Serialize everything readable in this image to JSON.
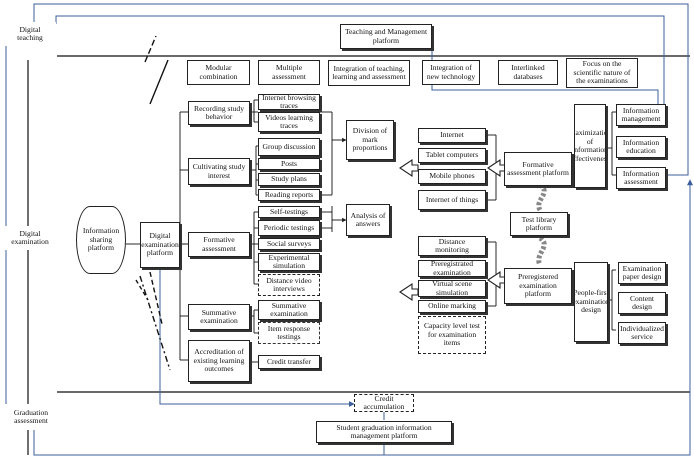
{
  "stages": {
    "digital_teaching": "Digital teaching",
    "digital_examination": "Digital examination",
    "graduation_assessment": "Graduation assessment"
  },
  "top": {
    "platform": "Teaching and Management platform",
    "features": [
      "Modular combination",
      "Multiple assessment",
      "Integration of teaching, learning and assessment",
      "Integration of new technology",
      "Interlinked databases",
      "Focus on the scientific nature of the examinations"
    ]
  },
  "left": {
    "sharing_platform": "Information sharing platform",
    "digital_exam_platform": "Digital examination platform"
  },
  "categories": {
    "recording": "Recording study behavior",
    "cultivating": "Cultivating study interest",
    "formative": "Formative assessment",
    "summative": "Summative examination",
    "accreditation": "Accreditation of existing learning outcomes"
  },
  "recording_items": [
    "Internet browsing traces",
    "Videos learning traces"
  ],
  "cultivating_items": [
    "Group discussion",
    "Posts",
    "Study plans",
    "Reading reports"
  ],
  "formative_items": [
    "Self-testings",
    "Periodic testings",
    "Social surveys",
    "Experimental simulation",
    "Distance video interviews"
  ],
  "summative_items": [
    "Summative examination",
    "Item response testings"
  ],
  "accreditation_items": [
    "Credit transfer"
  ],
  "middle": {
    "division": "Division of mark proportions",
    "analysis": "Analysis of answers"
  },
  "tech_top": [
    "Internet",
    "Tablet computers",
    "Mobile phones",
    "Internet of things"
  ],
  "tech_bottom": [
    "Distance monitoring",
    "Preregistrated examination",
    "Virtual scene simulation",
    "Online marking",
    "Capacity level test for examination items"
  ],
  "right": {
    "formative_platform": "Formative assessment platform",
    "test_library": "Test library platform",
    "preregistered_platform": "Preregistered examination platform",
    "maximization": "Maximization of information effectiveness",
    "info_items": [
      "Information management",
      "Information education",
      "Information assessment"
    ],
    "people_first": "People-first examination design",
    "design_items": [
      "Examination paper design",
      "Content design",
      "Individualized service"
    ]
  },
  "bottom": {
    "credit_accumulation": "Credit accumulation",
    "graduation_platform": "Student graduation information management platform"
  }
}
